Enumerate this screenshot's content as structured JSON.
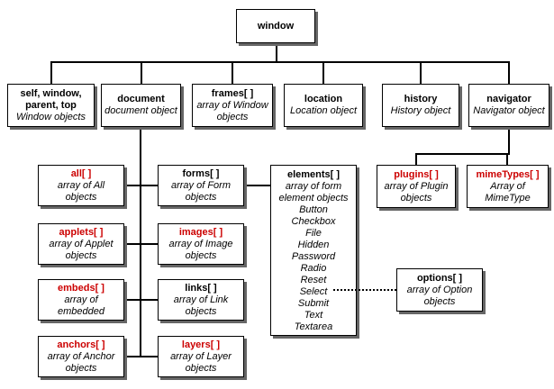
{
  "colors": {
    "accent": "#cc0000",
    "border": "#000000",
    "shadow": "#666666",
    "background": "#ffffff"
  },
  "nodes": {
    "window": {
      "title": "window"
    },
    "self": {
      "title": "self, window,\nparent, top",
      "desc": "Window objects"
    },
    "document": {
      "title": "document",
      "desc": "document object"
    },
    "frames": {
      "title": "frames[ ]",
      "desc": "array of Window\nobjects"
    },
    "location": {
      "title": "location",
      "desc": "Location object"
    },
    "history": {
      "title": "history",
      "desc": "History object"
    },
    "navigator": {
      "title": "navigator",
      "desc": "Navigator object"
    },
    "all": {
      "title": "all[ ]",
      "desc": "array of All\nobjects"
    },
    "applets": {
      "title": "applets[ ]",
      "desc": "array of Applet\nobjects"
    },
    "embeds": {
      "title": "embeds[ ]",
      "desc": "array of\nembedded"
    },
    "anchors": {
      "title": "anchors[ ]",
      "desc": "array of Anchor\nobjects"
    },
    "forms": {
      "title": "forms[ ]",
      "desc": "array of Form\nobjects"
    },
    "images": {
      "title": "images[ ]",
      "desc": "array of Image\nobjects"
    },
    "links": {
      "title": "links[ ]",
      "desc": "array of Link\nobjects"
    },
    "layers": {
      "title": "layers[ ]",
      "desc": "array of Layer\nobjects"
    },
    "elements": {
      "title": "elements[ ]",
      "desc": "array of form\nelement objects\nButton\nCheckbox\nFile\nHidden\nPassword\nRadio\nReset\nSelect\nSubmit\nText\nTextarea"
    },
    "plugins": {
      "title": "plugins[ ]",
      "desc": "array of Plugin\nobjects"
    },
    "mimeTypes": {
      "title": "mimeTypes[ ]",
      "desc": "Array of\nMimeType"
    },
    "options": {
      "title": "options[ ]",
      "desc": "array of Option\nobjects"
    }
  }
}
